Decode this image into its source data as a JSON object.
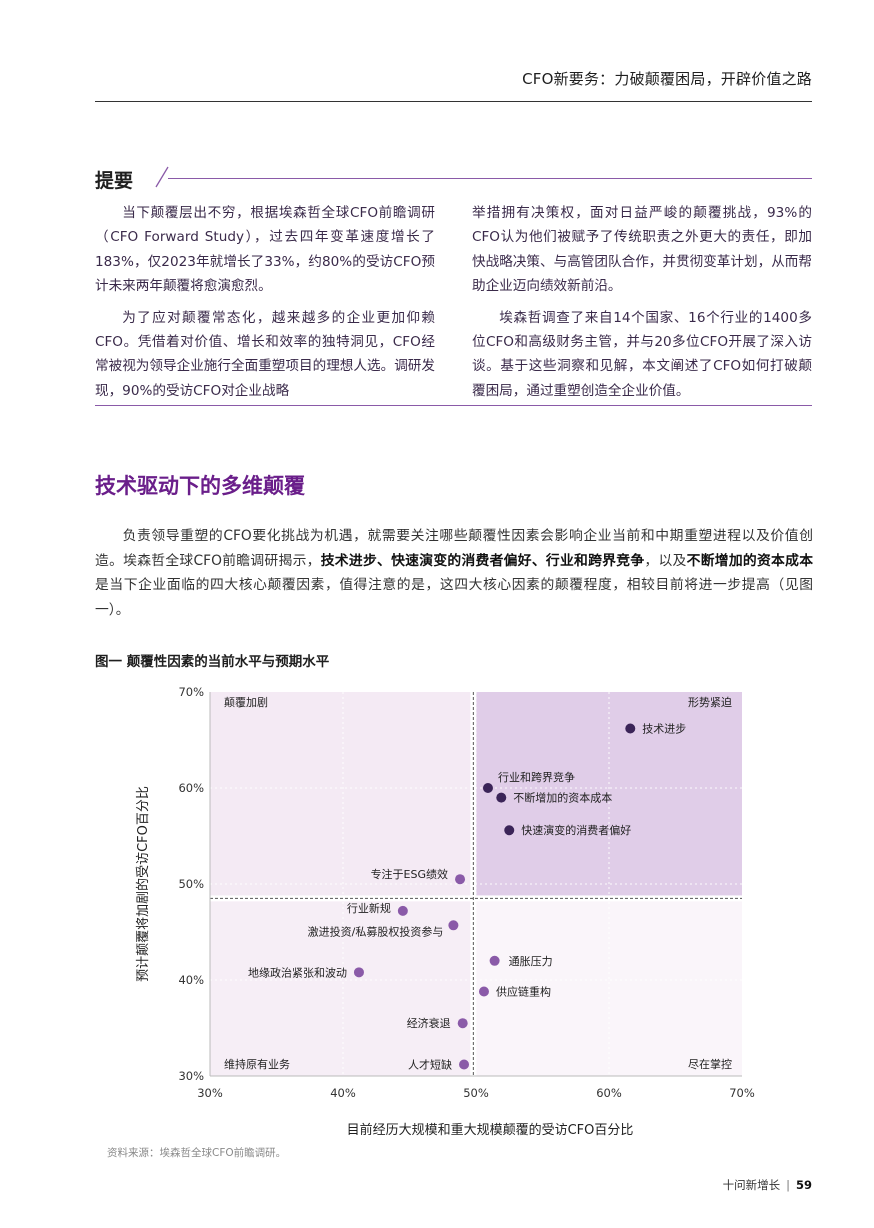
{
  "header": {
    "title": "CFO新要务：力破颠覆困局，开辟价值之路"
  },
  "summary": {
    "heading": "提要",
    "left_paragraphs": [
      "当下颠覆层出不穷，根据埃森哲全球CFO前瞻调研（CFO Forward Study），过去四年变革速度增长了183%，仅2023年就增长了33%，约80%的受访CFO预计未来两年颠覆将愈演愈烈。",
      "为了应对颠覆常态化，越来越多的企业更加仰赖CFO。凭借着对价值、增长和效率的独特洞见，CFO经常被视为领导企业施行全面重塑项目的理想人选。调研发现，90%的受访CFO对企业战略"
    ],
    "right_paragraphs": [
      "举措拥有决策权，面对日益严峻的颠覆挑战，93%的CFO认为他们被赋予了传统职责之外更大的责任，即加快战略决策、与高管团队合作，并贯彻变革计划，从而帮助企业迈向绩效新前沿。",
      "埃森哲调查了来自14个国家、16个行业的1400多位CFO和高级财务主管，并与20多位CFO开展了深入访谈。基于这些洞察和见解，本文阐述了CFO如何打破颠覆困局，通过重塑创造全企业价值。"
    ]
  },
  "section": {
    "title": "技术驱动下的多维颠覆",
    "para_part1": "负责领导重塑的CFO要化挑战为机遇，就需要关注哪些颠覆性因素会影响企业当前和中期重塑进程以及价值创造。埃森哲全球CFO前瞻调研揭示，",
    "para_bold1": "技术进步、快速演变的消费者偏好、行业和跨界竞争",
    "para_part2": "，以及",
    "para_bold2": "不断增加的资本成本",
    "para_part3": "是当下企业面临的四大核心颠覆因素，值得注意的是，这四大核心因素的颠覆程度，相较目前将进一步提高（见图一）。"
  },
  "figure": {
    "title": "图一  颠覆性因素的当前水平与预期水平"
  },
  "chart_data": {
    "type": "scatter",
    "title": "图一  颠覆性因素的当前水平与预期水平",
    "xlabel": "目前经历大规模和重大规模颠覆的受访CFO百分比",
    "ylabel": "预计颠覆将加剧的受访CFO百分比",
    "xlim": [
      30,
      70
    ],
    "ylim": [
      30,
      70
    ],
    "x_ticks": [
      "30%",
      "40%",
      "50%",
      "60%",
      "70%"
    ],
    "y_ticks": [
      "30%",
      "40%",
      "50%",
      "60%",
      "70%"
    ],
    "divider_x": 49.8,
    "divider_y": 48.5,
    "quadrant_labels": {
      "top_left": "颠覆加剧",
      "top_right": "形势紧迫",
      "bottom_left": "维持原有业务",
      "bottom_right": "尽在掌控"
    },
    "colors": {
      "highlight": "#3b2458",
      "regular": "#8a5aa8",
      "top_right_fill": "#e0cde8",
      "other_fill": "#f4eaf4"
    },
    "points": [
      {
        "label": "技术进步",
        "x": 61.6,
        "y": 66.2,
        "highlight": true
      },
      {
        "label": "行业和跨界竞争",
        "x": 50.9,
        "y": 60.0,
        "highlight": true
      },
      {
        "label": "不断增加的资本成本",
        "x": 51.9,
        "y": 59.0,
        "highlight": true
      },
      {
        "label": "快速演变的消费者偏好",
        "x": 52.5,
        "y": 55.6,
        "highlight": true
      },
      {
        "label": "专注于ESG绩效",
        "x": 48.8,
        "y": 50.5,
        "highlight": false
      },
      {
        "label": "行业新规",
        "x": 44.5,
        "y": 47.2,
        "highlight": false
      },
      {
        "label": "激进投资/私募股权投资参与",
        "x": 48.3,
        "y": 45.7,
        "highlight": false
      },
      {
        "label": "通胀压力",
        "x": 51.4,
        "y": 42.0,
        "highlight": false
      },
      {
        "label": "地缘政治紧张和波动",
        "x": 41.2,
        "y": 40.8,
        "highlight": false
      },
      {
        "label": "供应链重构",
        "x": 50.6,
        "y": 38.8,
        "highlight": false
      },
      {
        "label": "经济衰退",
        "x": 49.0,
        "y": 35.5,
        "highlight": false
      },
      {
        "label": "人才短缺",
        "x": 49.1,
        "y": 31.2,
        "highlight": false
      }
    ]
  },
  "source": "资料来源：埃森哲全球CFO前瞻调研。",
  "footer": {
    "book": "十问新增长",
    "separator": "|",
    "page": "59"
  }
}
